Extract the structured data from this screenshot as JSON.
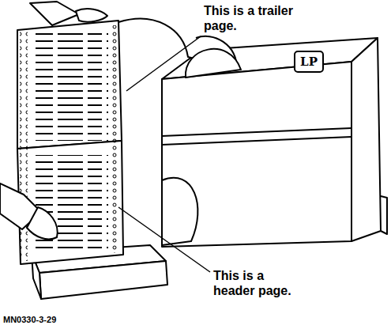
{
  "diagram": {
    "nodes": [
      {
        "text": [
          "LP"
        ]
      }
    ],
    "labels": [
      "This is a trailer page.",
      "This is a header page.",
      "MN0330-3-29"
    ]
  }
}
